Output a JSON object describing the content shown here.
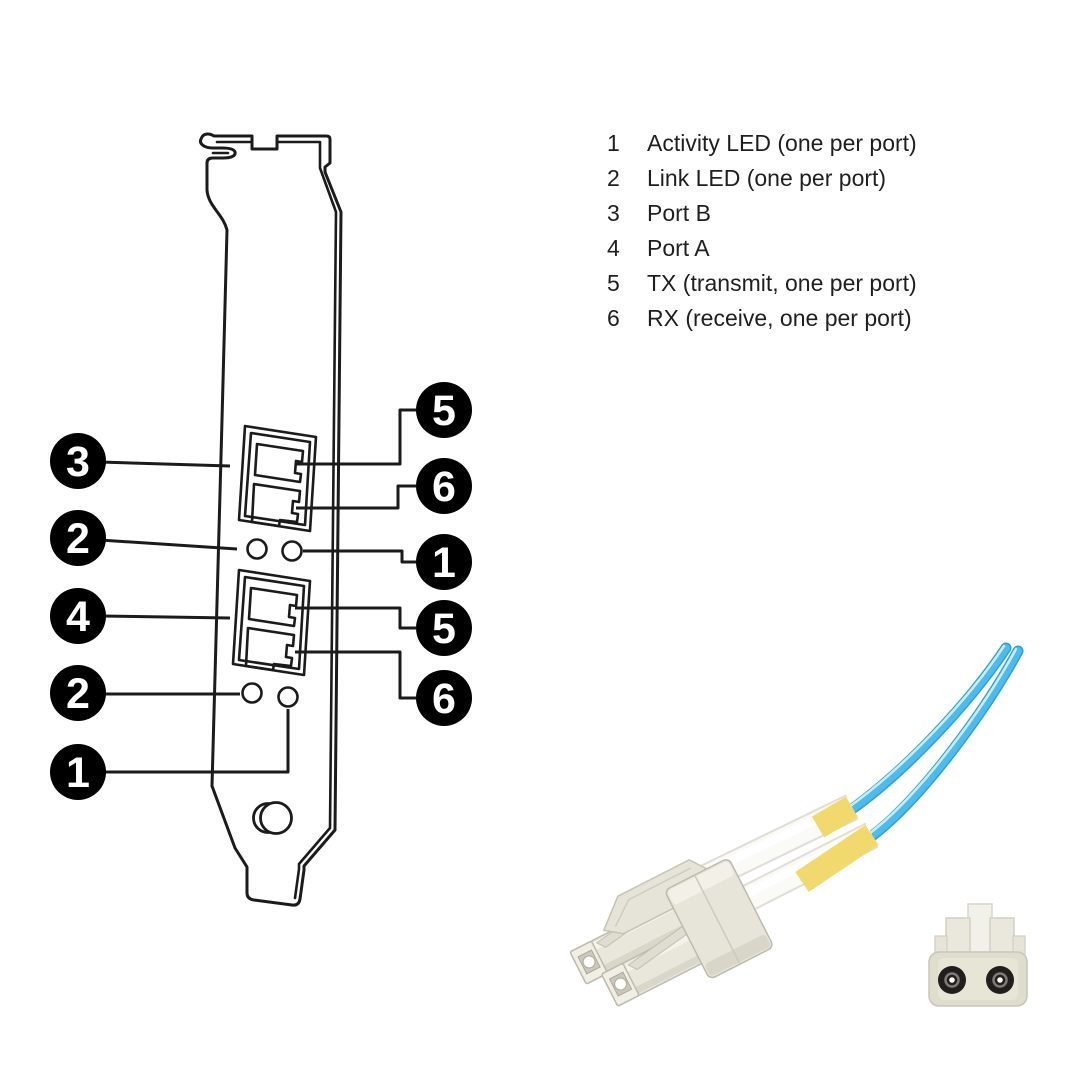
{
  "figure": {
    "name": "dual-port fiber adapter bracket diagram",
    "bracket_alt": "PCI full-height bracket with two dual-LC port cutouts, LED holes and screw hole",
    "cable_alt": "LC duplex fiber optic cable with blue fibers and connector face view"
  },
  "legend": {
    "items": [
      {
        "num": "1",
        "text": "Activity LED (one per port)"
      },
      {
        "num": "2",
        "text": "Link LED (one per port)"
      },
      {
        "num": "3",
        "text": "Port B"
      },
      {
        "num": "4",
        "text": "Port A"
      },
      {
        "num": "5",
        "text": "TX (transmit, one per port)"
      },
      {
        "num": "6",
        "text": "RX (receive, one per port)"
      }
    ]
  },
  "callouts": {
    "left": [
      "3",
      "2",
      "4",
      "2",
      "1"
    ],
    "right": [
      "5",
      "6",
      "1",
      "5",
      "6"
    ]
  },
  "colors": {
    "line": "#1b1b1b",
    "fiber_blue": "#45B9EA",
    "fiber_blue_dark": "#1E93CB",
    "fiber_blue_light": "#C9EDFB",
    "boot_yellow": "#F2D96E",
    "connector_beige": "#E7E5DA",
    "callout_black": "#000000"
  }
}
